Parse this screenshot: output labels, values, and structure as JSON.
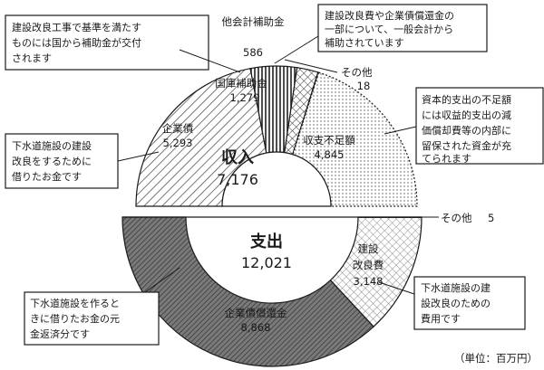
{
  "chart_data": [
    {
      "type": "pie",
      "variant": "semi-donut (upper half)",
      "center_title": "収入",
      "center_value": "7,176",
      "slices": [
        {
          "label": "その他",
          "value": 18,
          "value_text": "18"
        },
        {
          "label": "国庫補助金",
          "value": 1279,
          "value_text": "1,279"
        },
        {
          "label": "他会計補助金",
          "value": 586,
          "value_text": "586"
        },
        {
          "label": "企業債",
          "value": 5293,
          "value_text": "5,293"
        },
        {
          "label": "収支不足額",
          "value": 4845,
          "value_text": "4,845"
        }
      ],
      "callouts": {
        "others_fund": "建設改良費や企業債償還金の一部について、一般会計から補助されています",
        "national_subsidy": "建設改良工事で基準を満たすものには国から補助金が交付されます",
        "bonds": "下水道施設の建設改良をするために借りたお金です",
        "deficit": "資本的支出の不足額には収益的支出の減価償却費等の内部に留保された資金が充てられます"
      }
    },
    {
      "type": "pie",
      "variant": "semi-donut (lower half)",
      "center_title": "支出",
      "center_value": "12,021",
      "slices": [
        {
          "label": "建設改良費",
          "value": 3148,
          "value_text": "3,148"
        },
        {
          "label": "企業債償還金",
          "value": 8868,
          "value_text": "8,868"
        },
        {
          "label": "その他",
          "value": 5,
          "value_text": "5"
        }
      ],
      "callouts": {
        "construction": "下水道施設の建設改良のための費用です",
        "repayment": "下水道施設を作るときに借りたお金の元金返済分です"
      }
    }
  ],
  "unit_note": "（単位：百万円）",
  "colors": {
    "line": "#1a1a1a",
    "bonds_hatch": "#555555",
    "repayment_fill": "#666666",
    "background": "#ffffff"
  }
}
